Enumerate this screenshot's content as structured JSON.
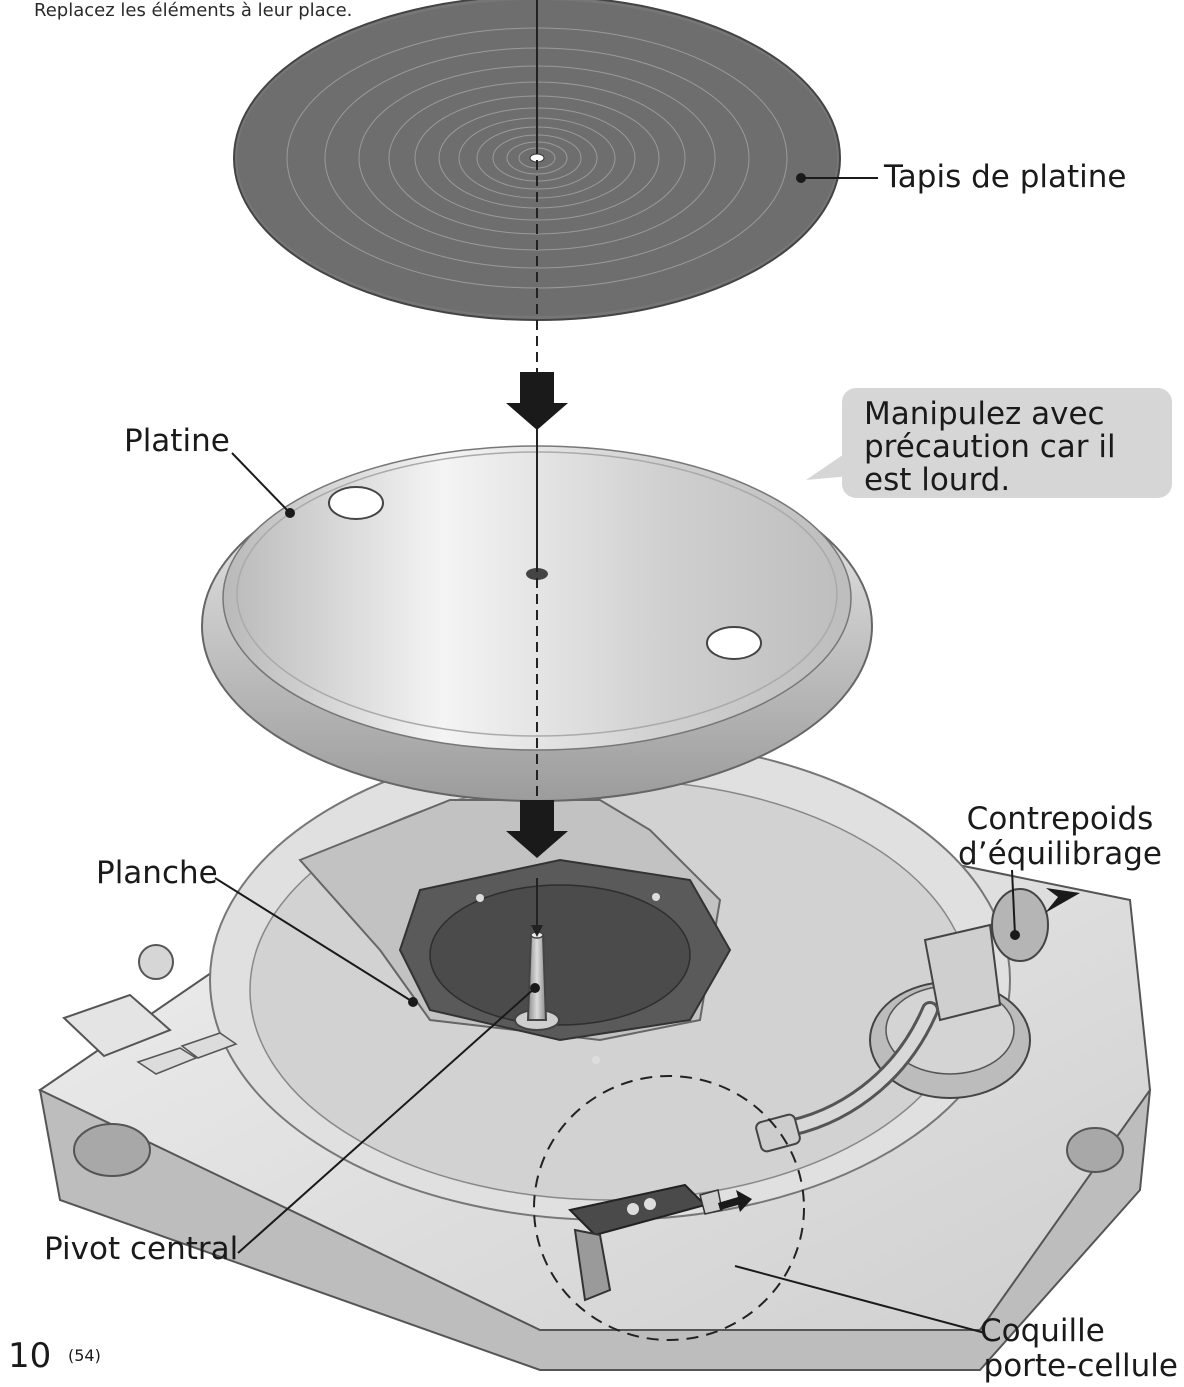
{
  "note": "Replacez les éléments à leur place.",
  "labels": {
    "mat": "Tapis de platine",
    "platter": "Platine",
    "chassis": "Planche",
    "spindle": "Pivot central",
    "counterweight_line1": "Contrepoids",
    "counterweight_line2": "d’équilibrage",
    "headshell_line1": "Coquille",
    "headshell_line2": "porte-cellule"
  },
  "callout": {
    "line1": "Manipulez avec",
    "line2": "précaution car il",
    "line3": "est lourd."
  },
  "page": {
    "number": "10",
    "sub": "(54)"
  },
  "colors": {
    "mat": "#6e6e6e",
    "platter": "#d9d9d9",
    "body": "#e6e6e6",
    "dark": "#4a4a4a",
    "callout": "#d6d6d6"
  }
}
